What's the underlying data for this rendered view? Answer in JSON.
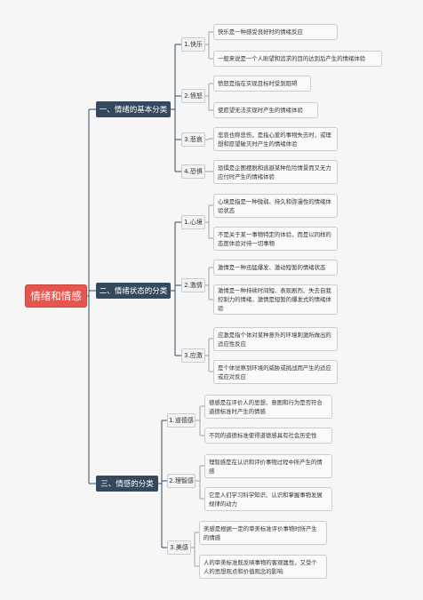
{
  "root": "情绪和情感",
  "branches": [
    {
      "label": "一、情绪的基本分类",
      "subs": [
        {
          "label": "1.快乐",
          "leaves": [
            "快乐是一种感受良好时的情绪反应",
            "一般来说是一个人盼望和追求的目的达到后产生的情绪体验"
          ]
        },
        {
          "label": "2.愤怒",
          "leaves": [
            "愤怒是指在实现目标时受到阻碍",
            "使愿望无法实现时产生的情绪体验"
          ]
        },
        {
          "label": "3.悲哀",
          "leaves": [
            "悲哀也称悲伤，是指心爱的事物失去时，或理想和愿望破灭时产生的情绪体验"
          ]
        },
        {
          "label": "4.恐惧",
          "leaves": [
            "恐惧是企图摆脱和逃避某种危险情景而又无力应付时产生的情绪体验"
          ]
        }
      ]
    },
    {
      "label": "二、情绪状态的分类",
      "subs": [
        {
          "label": "1.心境",
          "leaves": [
            "心境是指是一种微弱、持久和弥漫性的情绪体验状态",
            "不是关于某一事物特定的体验，而是以同样的态度体验对待一切事物"
          ]
        },
        {
          "label": "2.激情",
          "leaves": [
            "激情是一种迅猛爆发、激动短暂的情绪状态",
            "激情是一种持续时间短、表现剧烈、失去自我控制力的情绪，激情是短暂的爆发式的情绪体验"
          ]
        },
        {
          "label": "3.应激",
          "leaves": [
            "应激是指个体对某种意外的环境刺激所做出的适应性反应",
            "是个体觉察到环境的威胁或挑战而产生的适应或应对反应"
          ]
        }
      ]
    },
    {
      "label": "三、情感的分类",
      "subs": [
        {
          "label": "1.道德感",
          "leaves": [
            "德感是在评价人的思想、意图和行为是否符合道德标准时产生的情感",
            "不同的道德标准使得道德感具有社会历史性"
          ]
        },
        {
          "label": "2.理智感",
          "leaves": [
            "理智感是在认识和评价事物过程中所产生的情感",
            "它是人们学习科学知识、认识和掌握事物发展规律的动力"
          ]
        },
        {
          "label": "3.美感",
          "leaves": [
            "美感是根据一定的审美标准评价事物时所产生的情感",
            "人的审美标准既反映事物的客观属性，又受个人的思想观点和价值观念的影响"
          ]
        }
      ]
    }
  ]
}
